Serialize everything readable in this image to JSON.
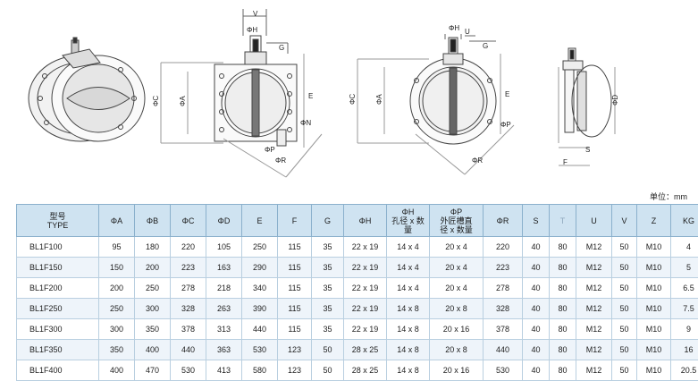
{
  "drawings": {
    "view1": {},
    "view2": {
      "labels": {
        "v": "V",
        "ph": "ΦH",
        "g": "G",
        "phic": "ΦC",
        "phia": "ΦA",
        "e": "E",
        "phin": "ΦN",
        "phip": "ΦP",
        "phir": "ΦR"
      }
    },
    "view3": {
      "labels": {
        "ph": "ΦH",
        "u": "U",
        "g": "G",
        "phic": "ΦC",
        "phia": "ΦA",
        "e": "E",
        "phip": "ΦP",
        "phir": "ΦR"
      }
    },
    "view4": {
      "labels": {
        "phid": "ΦD",
        "s": "S",
        "f": "F"
      }
    }
  },
  "unit_label": "单位：mm",
  "table": {
    "headers": {
      "type_cn": "型号",
      "type_en": "TYPE",
      "a": "ΦA",
      "b": "ΦB",
      "c": "ΦC",
      "d": "ΦD",
      "e": "E",
      "f": "F",
      "g": "G",
      "h": "ΦH",
      "n_1": "ΦH",
      "n_2": "孔径 x 数量",
      "p_1": "ΦP",
      "p_2": "外匠槽直",
      "p_3": "径 x 数量",
      "r": "ΦR",
      "s": "S",
      "t": "T",
      "u": "U",
      "v": "V",
      "z": "Z",
      "kg": "KG"
    },
    "rows": [
      [
        "BL1F100",
        "95",
        "180",
        "220",
        "105",
        "250",
        "115",
        "35",
        "22 x 19",
        "14 x 4",
        "20 x 4",
        "220",
        "40",
        "80",
        "M12",
        "50",
        "M10",
        "4"
      ],
      [
        "BL1F150",
        "150",
        "200",
        "223",
        "163",
        "290",
        "115",
        "35",
        "22 x 19",
        "14 x 4",
        "20 x 4",
        "223",
        "40",
        "80",
        "M12",
        "50",
        "M10",
        "5"
      ],
      [
        "BL1F200",
        "200",
        "250",
        "278",
        "218",
        "340",
        "115",
        "35",
        "22 x 19",
        "14 x 4",
        "20 x 4",
        "278",
        "40",
        "80",
        "M12",
        "50",
        "M10",
        "6.5"
      ],
      [
        "BL1F250",
        "250",
        "300",
        "328",
        "263",
        "390",
        "115",
        "35",
        "22 x 19",
        "14 x 8",
        "20 x 8",
        "328",
        "40",
        "80",
        "M12",
        "50",
        "M10",
        "7.5"
      ],
      [
        "BL1F300",
        "300",
        "350",
        "378",
        "313",
        "440",
        "115",
        "35",
        "22 x 19",
        "14 x 8",
        "20 x 16",
        "378",
        "40",
        "80",
        "M12",
        "50",
        "M10",
        "9"
      ],
      [
        "BL1F350",
        "350",
        "400",
        "440",
        "363",
        "530",
        "123",
        "50",
        "28 x 25",
        "14 x 8",
        "20 x 8",
        "440",
        "40",
        "80",
        "M12",
        "50",
        "M10",
        "16"
      ],
      [
        "BL1F400",
        "400",
        "470",
        "530",
        "413",
        "580",
        "123",
        "50",
        "28 x 25",
        "14 x 8",
        "20 x 16",
        "530",
        "40",
        "80",
        "M12",
        "50",
        "M10",
        "20.5"
      ]
    ]
  }
}
